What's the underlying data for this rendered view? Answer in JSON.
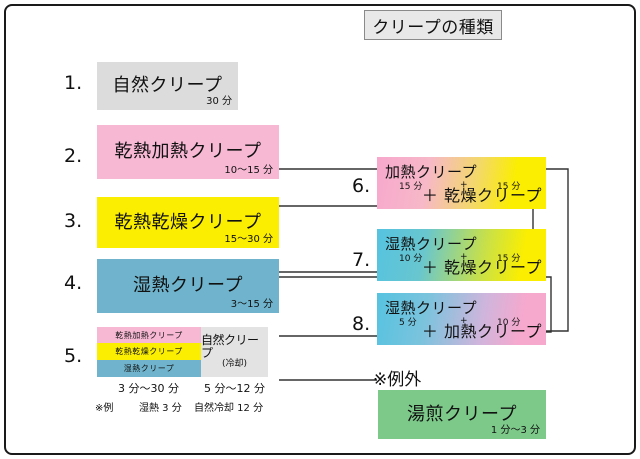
{
  "title": "クリープの種類",
  "items": [
    {
      "number": "1.",
      "label": "自然クリープ",
      "duration": "30 分",
      "color": "#dcdcdc"
    },
    {
      "number": "2.",
      "label": "乾熱加熱クリープ",
      "duration": "10〜15 分",
      "color": "#f7b8d4"
    },
    {
      "number": "3.",
      "label": "乾熱乾燥クリープ",
      "duration": "15〜30 分",
      "color": "#fbee00"
    },
    {
      "number": "4.",
      "label": "湿熱クリープ",
      "duration": "3〜15 分",
      "color": "#6fb4cc"
    }
  ],
  "item5": {
    "number": "5.",
    "stack": [
      {
        "label": "乾熱加熱クリープ",
        "color": "#f7b8d4"
      },
      {
        "label": "乾熱乾燥クリープ",
        "color": "#fbee00"
      },
      {
        "label": "湿熱クリープ",
        "color": "#6fb4cc"
      }
    ],
    "cooling": {
      "label": "自然クリープ",
      "sublabel": "(冷却)",
      "color": "#e3e3e3"
    },
    "duration_left": "3 分〜30 分",
    "duration_right": "5 分〜12 分",
    "note_prefix": "※例",
    "note_left": "湿熱 3 分",
    "note_right": "自然冷却 12 分"
  },
  "combos": [
    {
      "number": "6.",
      "line1": "加熱クリープ",
      "line2": "＋ 乾燥クリープ",
      "time1": "15 分",
      "plus": "+",
      "time2": "15 分",
      "gradient_from": "#f7a8cd",
      "gradient_to": "#fbee00"
    },
    {
      "number": "7.",
      "line1": "湿熱クリープ",
      "line2": "＋ 乾燥クリープ",
      "time1": "10 分",
      "plus": "+",
      "time2": "15 分",
      "gradient_from": "#56c3e0",
      "gradient_to": "#fbee00"
    },
    {
      "number": "8.",
      "line1": "湿熱クリープ",
      "line2": "＋ 加熱クリープ",
      "time1": "5 分",
      "plus": "+",
      "time2": "10 分",
      "gradient_from": "#56c3e0",
      "gradient_to": "#f7a8cd"
    }
  ],
  "exception": {
    "label": "※例外",
    "box_label": "湯煎クリープ",
    "duration": "1 分〜3 分",
    "color": "#7dc98a"
  },
  "colors": {
    "frame": "#1a1a1a",
    "wire": "#333333",
    "title_bg": "#e8e8e8"
  }
}
